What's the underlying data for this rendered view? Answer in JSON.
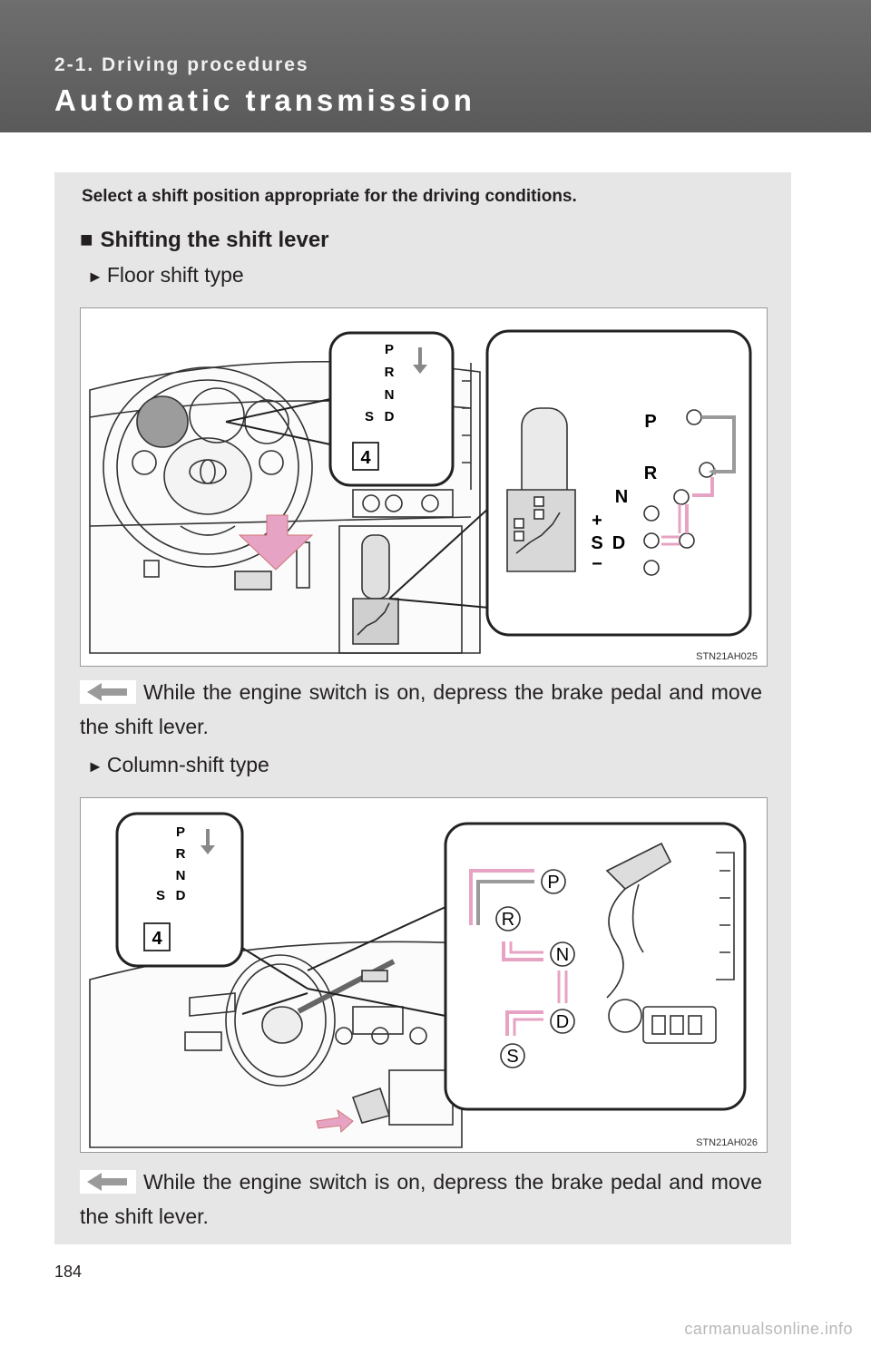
{
  "header": {
    "section": "2-1. Driving procedures",
    "title": "Automatic transmission"
  },
  "intro": "Select a shift position appropriate for the driving conditions.",
  "subheading": "Shifting the shift lever",
  "floor_shift": {
    "label": "Floor shift type",
    "figure_code": "STN21AH025",
    "indicator": [
      "P",
      "R",
      "N",
      "S",
      "D",
      "4"
    ],
    "gate_labels": [
      "P",
      "R",
      "N",
      "+",
      "S",
      "D",
      "−"
    ],
    "caption": "While the engine switch is on, depress the brake pedal and move the shift lever."
  },
  "column_shift": {
    "label": "Column-shift type",
    "figure_code": "STN21AH026",
    "indicator": [
      "P",
      "R",
      "N",
      "S",
      "D",
      "4"
    ],
    "gate_labels": [
      "P",
      "R",
      "N",
      "D",
      "S"
    ],
    "caption": "While the engine switch is on, depress the brake pedal and move the shift lever."
  },
  "page_number": "184",
  "watermark": "carmanualsonline.info",
  "colors": {
    "header": "#626262",
    "panel": "#e6e6e6",
    "arrow_pink": "#e7a3c3",
    "arrow_gray": "#9a9a9a"
  }
}
